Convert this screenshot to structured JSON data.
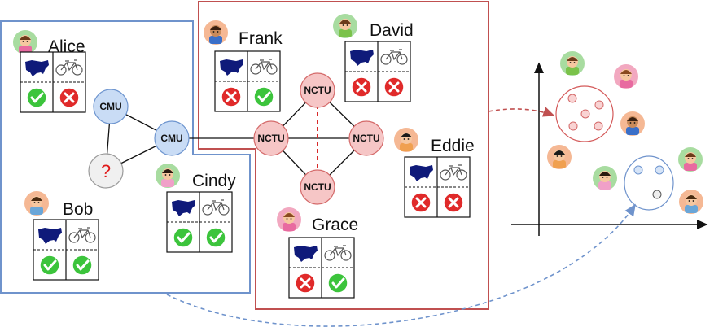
{
  "colors": {
    "cmu_fill": "#c9dcf5",
    "cmu_stroke": "#6e95cf",
    "nctu_fill": "#f6c6c6",
    "nctu_stroke": "#d46a6a",
    "group_blue": "#6f93cc",
    "group_red": "#c05050",
    "check": "#3cc43c",
    "cross": "#e02a2a",
    "map": "#0f1a7a"
  },
  "graph": {
    "cmu_label": "CMU",
    "nctu_label": "NCTU",
    "unknown_label": "?"
  },
  "people": [
    {
      "id": "alice",
      "name": "Alice",
      "flag_icon": "usa-map-icon",
      "bike_icon": "bicycle-icon",
      "usa": "check",
      "bike": "cross"
    },
    {
      "id": "bob",
      "name": "Bob",
      "flag_icon": "usa-map-icon",
      "bike_icon": "bicycle-icon",
      "usa": "check",
      "bike": "check"
    },
    {
      "id": "cindy",
      "name": "Cindy",
      "flag_icon": "usa-map-icon",
      "bike_icon": "bicycle-icon",
      "usa": "check",
      "bike": "check"
    },
    {
      "id": "frank",
      "name": "Frank",
      "flag_icon": "usa-map-icon",
      "bike_icon": "bicycle-icon",
      "usa": "cross",
      "bike": "check"
    },
    {
      "id": "david",
      "name": "David",
      "flag_icon": "usa-map-icon",
      "bike_icon": "bicycle-icon",
      "usa": "cross",
      "bike": "cross"
    },
    {
      "id": "eddie",
      "name": "Eddie",
      "flag_icon": "usa-map-icon",
      "bike_icon": "bicycle-icon",
      "usa": "cross",
      "bike": "cross"
    },
    {
      "id": "grace",
      "name": "Grace",
      "flag_icon": "usa-map-icon",
      "bike_icon": "bicycle-icon",
      "usa": "cross",
      "bike": "check"
    }
  ]
}
